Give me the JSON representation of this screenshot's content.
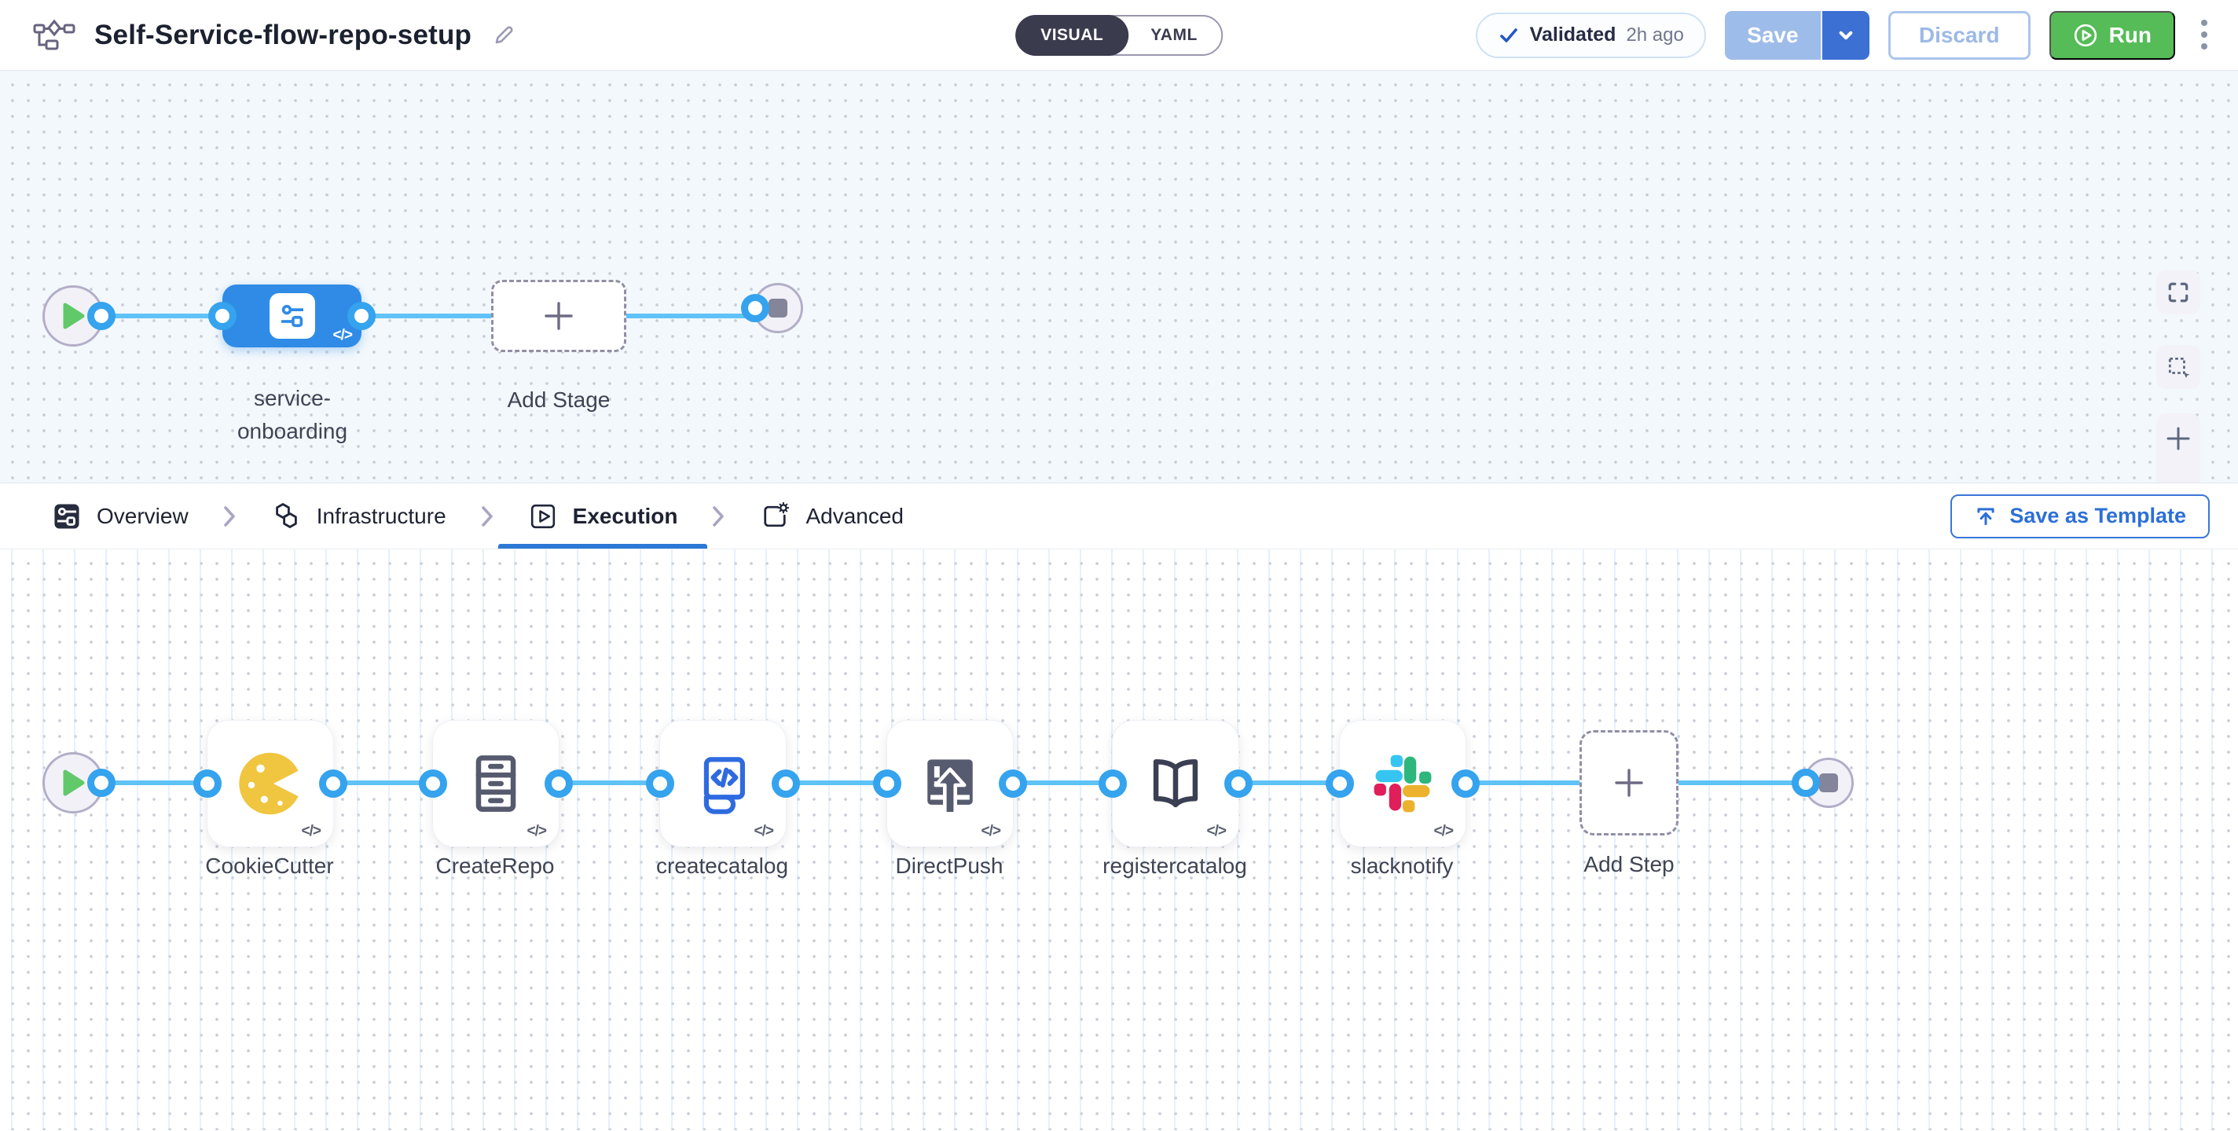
{
  "header": {
    "title": "Self-Service-flow-repo-setup",
    "mode_toggle": {
      "visual": "VISUAL",
      "yaml": "YAML",
      "selected": "VISUAL"
    },
    "validated_badge": {
      "label": "Validated",
      "time_ago": "2h ago"
    },
    "buttons": {
      "save": "Save",
      "discard": "Discard",
      "run": "Run"
    }
  },
  "stage_canvas": {
    "stage_label": "service-onboarding",
    "add_stage_label": "Add Stage",
    "code_badge": "</>"
  },
  "tab_bar": {
    "tabs": [
      {
        "label": "Overview",
        "active": false
      },
      {
        "label": "Infrastructure",
        "active": false
      },
      {
        "label": "Execution",
        "active": true
      },
      {
        "label": "Advanced",
        "active": false
      }
    ],
    "save_as_template": "Save as Template"
  },
  "execution_canvas": {
    "code_badge": "</>",
    "steps": [
      {
        "label": "CookieCutter",
        "icon": "cookiecutter-icon"
      },
      {
        "label": "CreateRepo",
        "icon": "drawer-cabinet-icon"
      },
      {
        "label": "createcatalog",
        "icon": "code-catalog-icon"
      },
      {
        "label": "DirectPush",
        "icon": "push-arrow-icon"
      },
      {
        "label": "registercatalog",
        "icon": "open-book-icon"
      },
      {
        "label": "slacknotify",
        "icon": "slack-icon"
      }
    ],
    "add_step_label": "Add Step"
  },
  "colors": {
    "stage_blue": "#2f8be6",
    "edge_blue": "#5fc3f7",
    "port_ring": "#35a3ee",
    "run_green": "#55bc58",
    "save_light_blue": "#9ebce9",
    "save_dropdown_blue": "#3c70d2",
    "tab_underline": "#2c78d6",
    "canvas_tint": "#f3f8fc",
    "cookie_yellow": "#F0C53F",
    "slack": {
      "blue": "#36C5F0",
      "green": "#2EB67D",
      "red": "#E01E5A",
      "yellow": "#ECB22E"
    }
  }
}
